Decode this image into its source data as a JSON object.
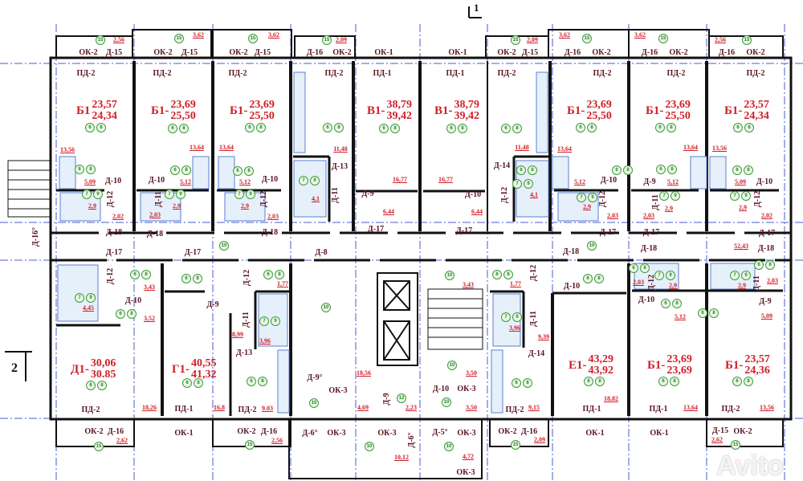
{
  "section_markers": {
    "top": "1",
    "left": "2"
  },
  "watermark": "Avito",
  "apartments": [
    {
      "type": "Б1",
      "area": "23,57",
      "total": "24,34"
    },
    {
      "type": "Б1-",
      "area": "23,69",
      "total": "25,50"
    },
    {
      "type": "Б1-",
      "area": "23,69",
      "total": "25,50"
    },
    {
      "type": "В1-",
      "area": "38,79",
      "total": "39,42"
    },
    {
      "type": "В1-",
      "area": "38,79",
      "total": "39,42"
    },
    {
      "type": "Б1-",
      "area": "23,69",
      "total": "25,50"
    },
    {
      "type": "Б1-",
      "area": "23,69",
      "total": "25,50"
    },
    {
      "type": "Б1-",
      "area": "23,57",
      "total": "24,34"
    },
    {
      "type": "Д1-",
      "area": "30,06",
      "total": "30.85"
    },
    {
      "type": "Г1-",
      "area": "40,55",
      "total": "41,32"
    },
    {
      "type": "Е1-",
      "area": "43,29",
      "total": "43,92"
    },
    {
      "type": "Б1-",
      "area": "23,69",
      "total": "23,69"
    },
    {
      "type": "Б1-",
      "area": "23,57",
      "total": "24,36"
    }
  ],
  "room_areas": [
    "13,56",
    "13,64",
    "13,64",
    "11,48",
    "16,77",
    "16,77",
    "11,48",
    "13,64",
    "13,64",
    "13,56",
    "5,09",
    "5,12",
    "5,12",
    "5,12",
    "5,12",
    "5,09",
    "2,9",
    "2,9",
    "2,9",
    "4,1",
    "4,1",
    "2,9",
    "2,9",
    "2,9",
    "2,02",
    "2,03",
    "2,03",
    "6,44",
    "6,44",
    "2,03",
    "2,03",
    "2,02",
    "3,43",
    "3,52",
    "4,45",
    "1,77",
    "8,99",
    "3,96",
    "18,26",
    "16,8",
    "9.03",
    "18,56",
    "4,69",
    "2,23",
    "10,12",
    "3,43",
    "3,50",
    "3,50",
    "4,72",
    "1,77",
    "3,96",
    "9,39",
    "9,15",
    "18,82",
    "13,64",
    "13,56",
    "52,43",
    "2,03",
    "2,9",
    "2,9",
    "2,03",
    "5,12",
    "5,09",
    "2,56",
    "3,62",
    "3,62",
    "2,09",
    "2,09",
    "3,62",
    "3,62",
    "2,56",
    "2,62",
    "2,56",
    "2,09",
    "2,62"
  ],
  "openings": [
    "ОК-2",
    "Д-15",
    "ОК-2",
    "Д-15",
    "ОК-2",
    "Д-15",
    "Д-16",
    "ОК-2",
    "ОК-1",
    "ОК-1",
    "ОК-2",
    "Д-15",
    "Д-16",
    "ОК-2",
    "Д-16",
    "ОК-2",
    "Д-16",
    "ОК-2",
    "ПД-2",
    "ПД-2",
    "ПД-2",
    "ПД-2",
    "ПД-1",
    "ПД-1",
    "ПД-2",
    "ПД-2",
    "ПД-2",
    "ПД-2",
    "Д-10",
    "Д-10",
    "Д-10",
    "Д-13",
    "Д-9",
    "Д-14",
    "Д-10",
    "Д-10",
    "Д-9",
    "Д-10",
    "Д-12",
    "Д-11",
    "Д-12",
    "Д-11",
    "Д-12",
    "Д-12",
    "Д-11",
    "Д-12",
    "Д-18",
    "Д-18",
    "Д-18",
    "Д-17",
    "Д-17",
    "Д-17",
    "Д-17",
    "Д-17",
    "Д-16°",
    "Д-17",
    "Д-17",
    "Д-8",
    "Д-18",
    "Д-18",
    "Д-18",
    "Д-12",
    "Д-10",
    "Д-9",
    "Д-12",
    "Д-11",
    "Д-13",
    "Д-9°",
    "ОК-3",
    "Д-9",
    "Д-10",
    "ОК-3",
    "Д-5°",
    "Д-6°",
    "ОК-3",
    "ОК-3",
    "ОК-3",
    "ОК-3",
    "Д-6°",
    "Д-10",
    "Д-12",
    "Д-11",
    "Д-14",
    "Д-10",
    "Д-12",
    "Д-11",
    "Д-9",
    "ПД-2",
    "ПД-1",
    "ПД-2",
    "ПД-2",
    "ПД-1",
    "ПД-1",
    "ПД-2",
    "ОК-2",
    "Д-16",
    "ОК-1",
    "ОК-2",
    "Д-16",
    "ОК-2",
    "Д-16",
    "ОК-1",
    "ОК-1",
    "Д-15",
    "ОК-2"
  ],
  "markers": [
    [
      "15"
    ],
    [
      "15"
    ],
    [
      "15"
    ],
    [
      "15"
    ],
    [
      "15"
    ],
    [
      "15"
    ],
    [
      "15"
    ],
    [
      "15"
    ],
    [
      "15"
    ],
    [
      "15"
    ],
    [
      "15"
    ],
    [
      "15"
    ],
    [
      "6",
      "8"
    ],
    [
      "6",
      "8"
    ],
    [
      "6",
      "8"
    ],
    [
      "6",
      "8"
    ],
    [
      "6",
      "8"
    ],
    [
      "6",
      "8"
    ],
    [
      "6",
      "8"
    ],
    [
      "6",
      "8"
    ],
    [
      "6",
      "8"
    ],
    [
      "6",
      "8"
    ],
    [
      "6",
      "8"
    ],
    [
      "6",
      "8"
    ],
    [
      "6",
      "8"
    ],
    [
      "6",
      "8"
    ],
    [
      "6",
      "8"
    ],
    [
      "6",
      "8"
    ],
    [
      "6",
      "8"
    ],
    [
      "6",
      "8"
    ],
    [
      "6",
      "8"
    ],
    [
      "6",
      "8"
    ],
    [
      "6",
      "8"
    ],
    [
      "6",
      "8"
    ],
    [
      "6",
      "8"
    ],
    [
      "6",
      "8"
    ],
    [
      "6",
      "8"
    ],
    [
      "6",
      "8"
    ],
    [
      "6",
      "8"
    ],
    [
      "6",
      "8"
    ],
    [
      "6",
      "8"
    ],
    [
      "6",
      "8"
    ],
    [
      "6",
      "8"
    ],
    [
      "6",
      "8"
    ],
    [
      "6",
      "8"
    ],
    [
      "6",
      "8"
    ],
    [
      "7",
      "9"
    ],
    [
      "7",
      "9"
    ],
    [
      "7",
      "9"
    ],
    [
      "7",
      "9"
    ],
    [
      "7",
      "9"
    ],
    [
      "7",
      "9"
    ],
    [
      "7",
      "9"
    ],
    [
      "7",
      "9"
    ],
    [
      "7",
      "9"
    ],
    [
      "7",
      "9"
    ],
    [
      "7",
      "9"
    ],
    [
      "7",
      "9"
    ],
    [
      "7",
      "9"
    ],
    [
      "10"
    ],
    [
      "10"
    ],
    [
      "10"
    ],
    [
      "10"
    ],
    [
      "10"
    ],
    [
      "10"
    ],
    [
      "10"
    ],
    [
      "10"
    ],
    [
      "10"
    ],
    [
      "12"
    ]
  ]
}
